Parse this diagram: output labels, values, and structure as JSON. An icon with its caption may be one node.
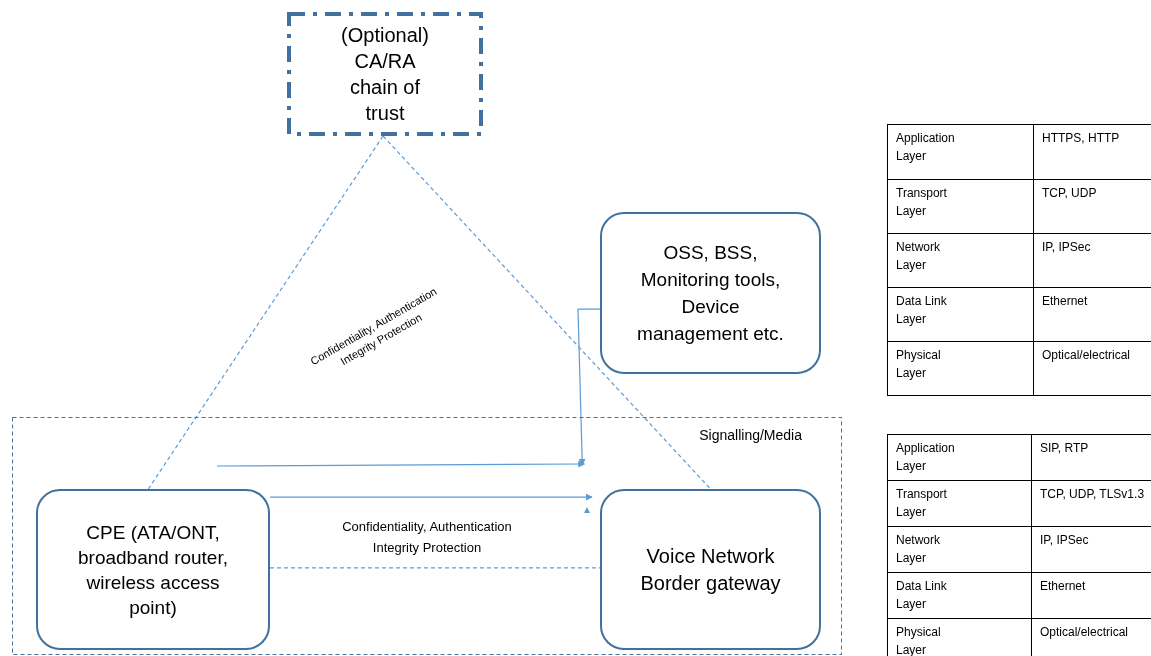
{
  "diagram": {
    "nodes": [
      {
        "text": [
          "(Optional) CA/RA chain of trust"
        ]
      },
      {
        "text": [
          "Signalling/Media"
        ]
      },
      {
        "text": [
          "OSS, BSS, Monitoring tools, Device management etc."
        ]
      },
      {
        "text": [
          "CPE (ATA/ONT, broadband router, wireless access point)"
        ],
        "in": 1
      },
      {
        "text": [
          "Voice Network Border gateway"
        ],
        "in": 1
      }
    ],
    "edges": [
      {
        "from": 0,
        "to": 3,
        "arrow": "none",
        "style": "dashed"
      },
      {
        "from": 0,
        "to": 4,
        "arrow": "none",
        "style": "dashed"
      },
      {
        "from": 2,
        "to": 4,
        "arrow": "to"
      },
      {
        "from": null,
        "to": 4,
        "arrow": "to"
      },
      {
        "from": 3,
        "to": 4,
        "arrow": "to"
      },
      {
        "from": 3,
        "to": 4,
        "arrow": "none",
        "style": "dashed",
        "label": "Confidentiality, Authentication Integrity Protection"
      }
    ],
    "labels": [
      "Confidentiality, Authentication Integrity Protection",
      "Application Layer",
      "HTTPS, HTTP",
      "Transport Layer",
      "TCP, UDP",
      "Network Layer",
      "IP, IPSec",
      "Data Link Layer",
      "Ethernet",
      "Physical Layer",
      "Optical/electrical",
      "Application Layer",
      "SIP, RTP",
      "Transport Layer",
      "TCP, UDP, TLSv1.3",
      "Network Layer",
      "IP, IPSec",
      "Data Link Layer",
      "Ethernet",
      "Physical Layer",
      "Optical/electrical"
    ]
  }
}
